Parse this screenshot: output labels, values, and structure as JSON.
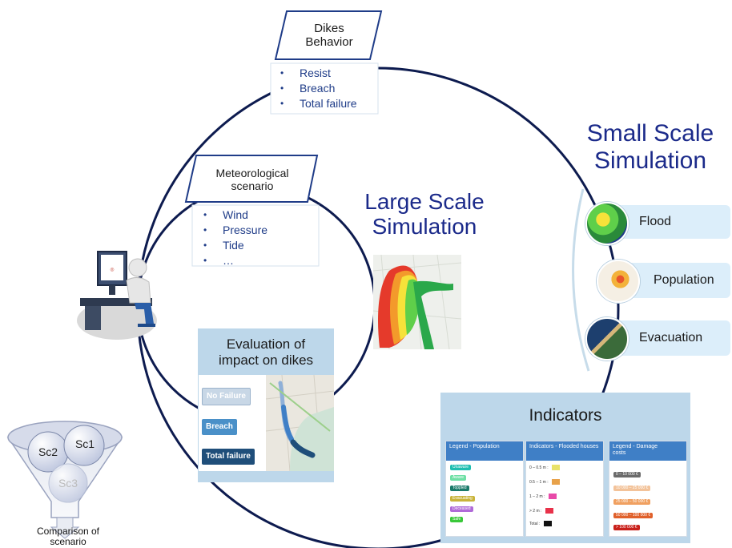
{
  "dikes": {
    "title_line1": "Dikes",
    "title_line2": "Behavior",
    "items": [
      "Resist",
      "Breach",
      "Total failure"
    ]
  },
  "meteo": {
    "title_line1": "Meteorological",
    "title_line2": "scenario",
    "items": [
      "Wind",
      "Pressure",
      "Tide",
      "…"
    ]
  },
  "large_scale": {
    "line1": "Large Scale",
    "line2": "Simulation"
  },
  "small_scale": {
    "line1": "Small Scale",
    "line2": "Simulation",
    "items": [
      "Flood",
      "Population",
      "Evacuation"
    ]
  },
  "evaluation": {
    "title_line1": "Evaluation  of",
    "title_line2": "impact on dikes",
    "buttons": [
      "No Failure",
      "Breach",
      "Total failure"
    ]
  },
  "indicators": {
    "title": "Indicators",
    "population": {
      "header": "Legend - Population",
      "tags": [
        "Unaware",
        "Aware",
        "Toppled",
        "Evacuating",
        "Deceased",
        "Safe"
      ]
    },
    "houses": {
      "header": "Indicators - Flooded houses",
      "rows": [
        "0 – 0.5 m :",
        "0.5 – 1 m :",
        "1 – 2 m :",
        "> 2 m :",
        "Total :"
      ]
    },
    "damage": {
      "header_line1": "Legend - Damage",
      "header_line2": "costs",
      "tags": [
        "0 – 10 000 €",
        "10 000 – 25 000 €",
        "25 000 – 50 000 €",
        "50 000 – 100 000 €",
        "> 100 000 €"
      ]
    }
  },
  "funnel": {
    "scenarios": [
      "Sc1",
      "Sc2",
      "Sc3"
    ],
    "caption_line1": "Comparison of",
    "caption_line2": "scenario"
  },
  "colors": {
    "accent_navy": "#1b2a8a",
    "circle_navy": "#0d1b4f",
    "label_blue": "#1f3c88",
    "panel_blue": "#bdd7ea"
  }
}
